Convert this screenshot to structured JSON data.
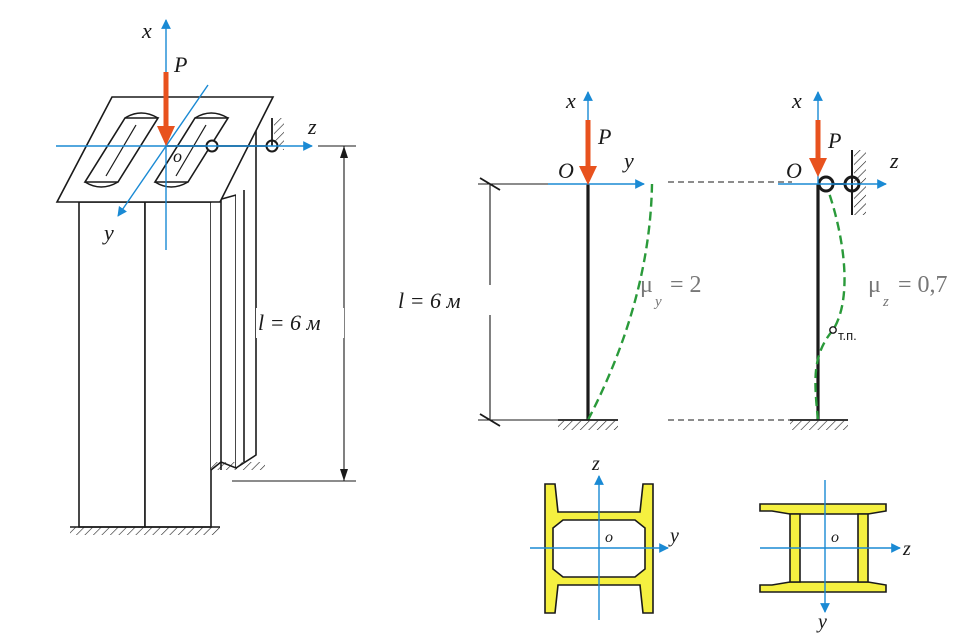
{
  "colors": {
    "axis": "#1a8ad4",
    "load": "#e8521e",
    "buckle": "#2a9a3a",
    "section_fill": "#f5f040",
    "line": "#1a1a1a",
    "label_grey": "#777777"
  },
  "icons": {
    "load": "red-arrow",
    "pin": "circle-joint",
    "ground": "hatched-support"
  },
  "perspective": {
    "x": "x",
    "y": "y",
    "z": "z",
    "P": "P",
    "o": "o",
    "length": "l = 6 м"
  },
  "scheme_y": {
    "x": "x",
    "y": "y",
    "P": "P",
    "O": "O",
    "length": "l = 6 м",
    "mu_sym": "μ",
    "mu_sub": "y",
    "mu_val": "= 2"
  },
  "scheme_z": {
    "x": "x",
    "z": "z",
    "P": "P",
    "O": "O",
    "mu_sym": "μ",
    "mu_sub": "z",
    "mu_val": "= 0,7",
    "inflection": "т.п."
  },
  "section_left": {
    "z": "z",
    "y": "y",
    "o": "o"
  },
  "section_right": {
    "z": "z",
    "y": "y",
    "o": "o"
  }
}
